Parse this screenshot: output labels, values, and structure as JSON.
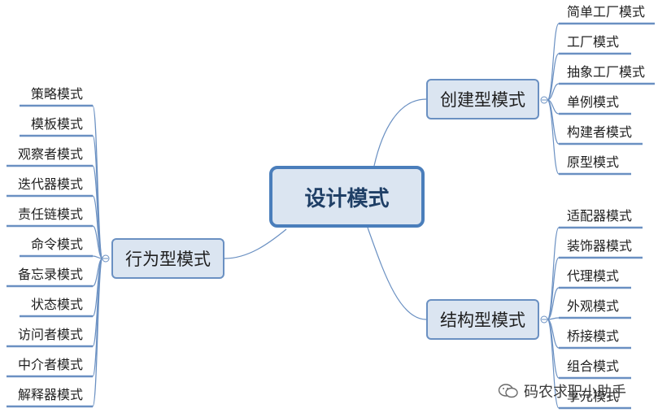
{
  "central": "设计模式",
  "branches": {
    "creational": {
      "label": "创建型模式",
      "items": [
        "简单工厂模式",
        "工厂模式",
        "抽象工厂模式",
        "单例模式",
        "构建者模式",
        "原型模式"
      ]
    },
    "structural": {
      "label": "结构型模式",
      "items": [
        "适配器模式",
        "装饰器模式",
        "代理模式",
        "外观模式",
        "桥接模式",
        "组合模式",
        "享元模式"
      ]
    },
    "behavioral": {
      "label": "行为型模式",
      "items": [
        "策略模式",
        "模板模式",
        "观察者模式",
        "迭代器模式",
        "责任链模式",
        "命令模式",
        "备忘录模式",
        "状态模式",
        "访问者模式",
        "中介者模式",
        "解释器模式"
      ]
    }
  },
  "watermark": "码农求职小助手",
  "colors": {
    "line": "#6a90c2",
    "node_fill": "#dbe5f1",
    "central_border": "#4a7ebb"
  }
}
